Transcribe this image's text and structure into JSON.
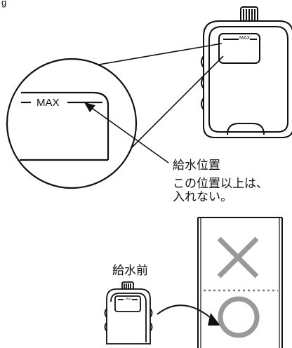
{
  "figure": {
    "label": "g",
    "max_mark": "MAX",
    "water_supply_position": "給水位置",
    "note_line1": "この位置以上は、",
    "note_line2": "入れない。",
    "before_supply": "給水前",
    "ng_symbol": "cross-icon",
    "ok_symbol": "circle-icon"
  }
}
